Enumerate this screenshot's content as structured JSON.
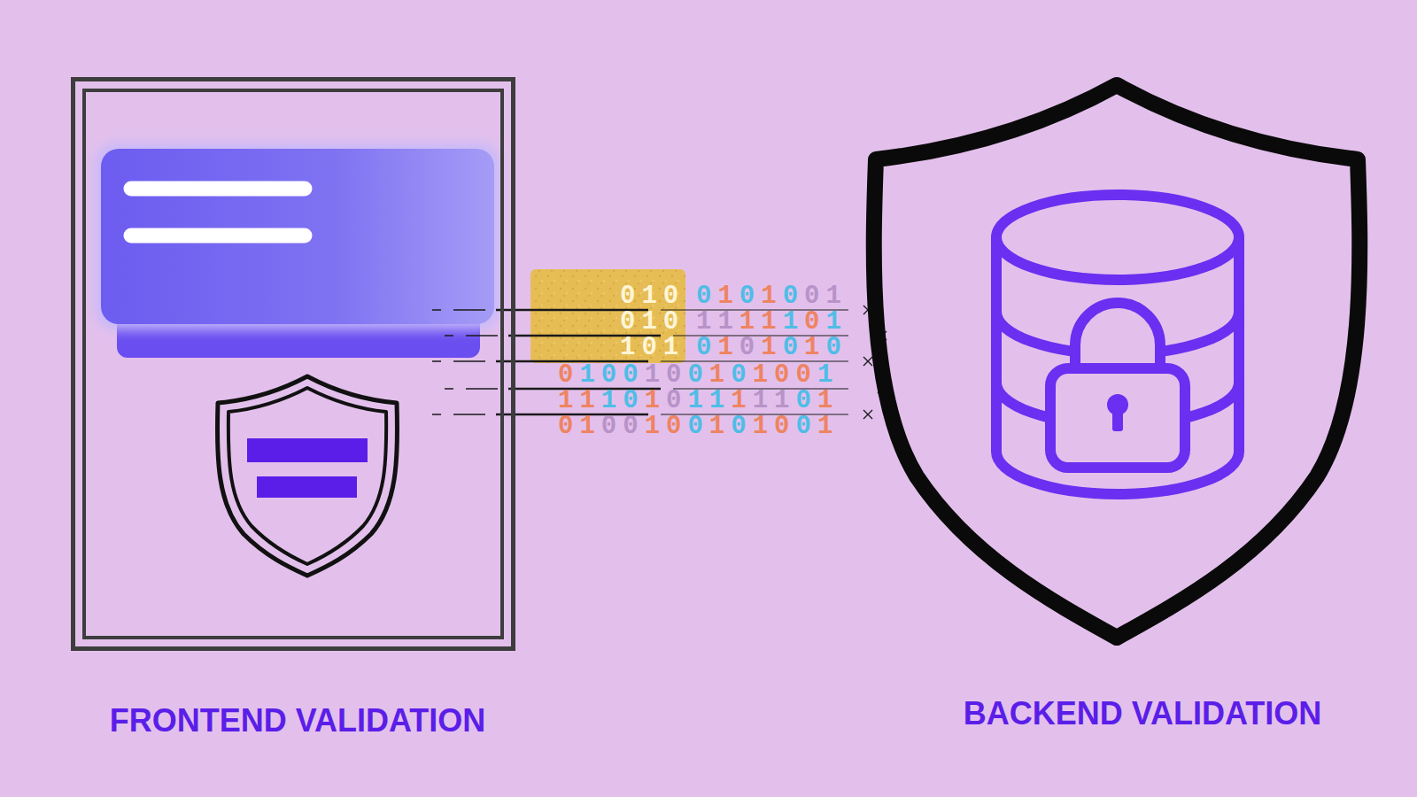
{
  "diagram": {
    "nodes": [
      {
        "text": [
          "FRONTEND VALIDATION"
        ]
      },
      {
        "text": [
          "BACKEND VALIDATION"
        ]
      }
    ],
    "labels": [
      "010",
      "010",
      "101",
      "0101001",
      "1111101",
      "0101010",
      "0100100101001",
      "1110101111101",
      "0100100101001"
    ]
  }
}
